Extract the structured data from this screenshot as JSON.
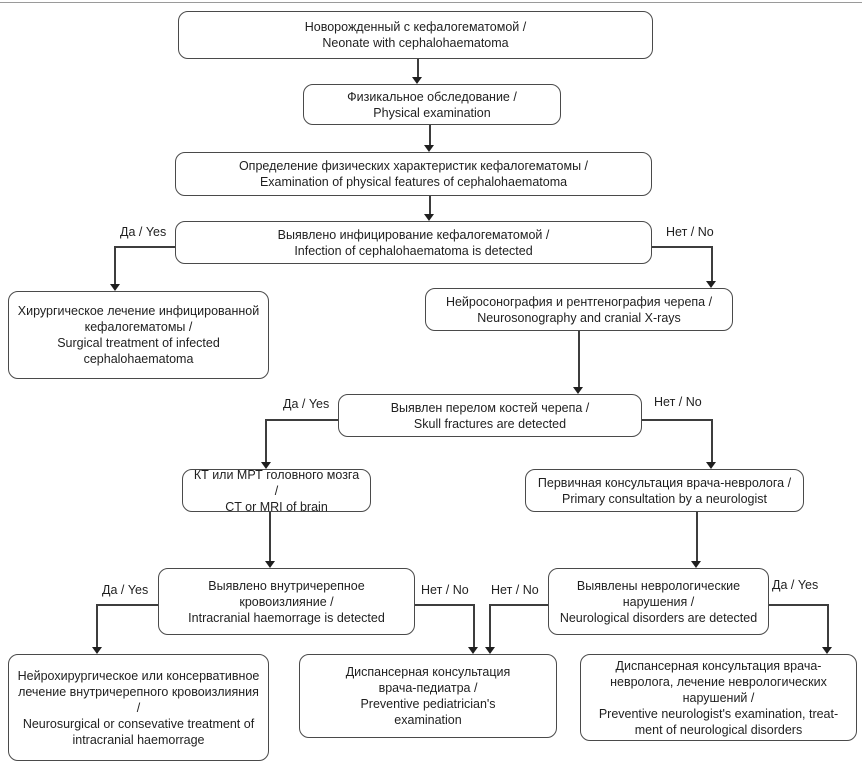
{
  "figure": {
    "labels": {
      "yes": "Да / Yes",
      "no": "Нет / No"
    },
    "colors": {
      "line": "#3d3d3d",
      "border": "#4a4a4a",
      "text": "#1f1f1f",
      "background": "#ffffff"
    },
    "nodes": [
      {
        "name": "neonate",
        "ru": "Новорожденный с кефалогематомой /",
        "en": "Neonate with cephalohaematoma"
      },
      {
        "name": "physical-examination",
        "ru": "Физикальное обследование /",
        "en": "Physical examination"
      },
      {
        "name": "features-examination",
        "ru": "Определение физических характеристик кефалогематомы /",
        "en": "Examination of physical features of cephalohaematoma"
      },
      {
        "name": "infection-detected",
        "ru": "Выявлено инфицирование кефалогематомой /",
        "en": "Infection of cephalohaematoma is detected"
      },
      {
        "name": "surgical-treatment",
        "ru": "Хирургическое лечение инфицированной кефалогематомы /",
        "en": "Surgical treatment of infected cephalohaematoma"
      },
      {
        "name": "neurosonography",
        "ru": "Нейросонография и рентгенография черепа /",
        "en": "Neurosonography and cranial X-rays"
      },
      {
        "name": "skull-fractures",
        "ru": "Выявлен перелом костей черепа /",
        "en": "Skull fractures are detected"
      },
      {
        "name": "ct-mri-brain",
        "ru": "КТ или МРТ головного мозга /",
        "en": "CT or MRI of brain"
      },
      {
        "name": "neurologist-consultation",
        "ru": "Первичная консультация врача-невролога /",
        "en": "Primary consultation by a neurologist"
      },
      {
        "name": "haemorrhage-detected",
        "ru": "Выявлено внутричерепное кровоизлияние /",
        "en": "Intracranial haemorrage is detected"
      },
      {
        "name": "neuro-disorders-detected",
        "ru": "Выявлены неврологические нарушения /",
        "en": "Neurological disorders are detected"
      },
      {
        "name": "haemorrhage-treatment",
        "ru": "Нейрохирургическое или консервативное лечение внутричерепного кровоизлияния /",
        "en": "Neurosurgical or consevative treatment of intracranial haemorrage"
      },
      {
        "name": "pediatrician-examination",
        "ru": "Диспансерная консультация врача-педиатра /",
        "en": "Preventive pediatrician's examination"
      },
      {
        "name": "neurologist-examination",
        "ru": "Диспансерная консультация врача-невролога, лечение неврологических нарушений /",
        "en": "Preventive neurologist's examination, treat-ment of neurological disorders"
      }
    ]
  }
}
